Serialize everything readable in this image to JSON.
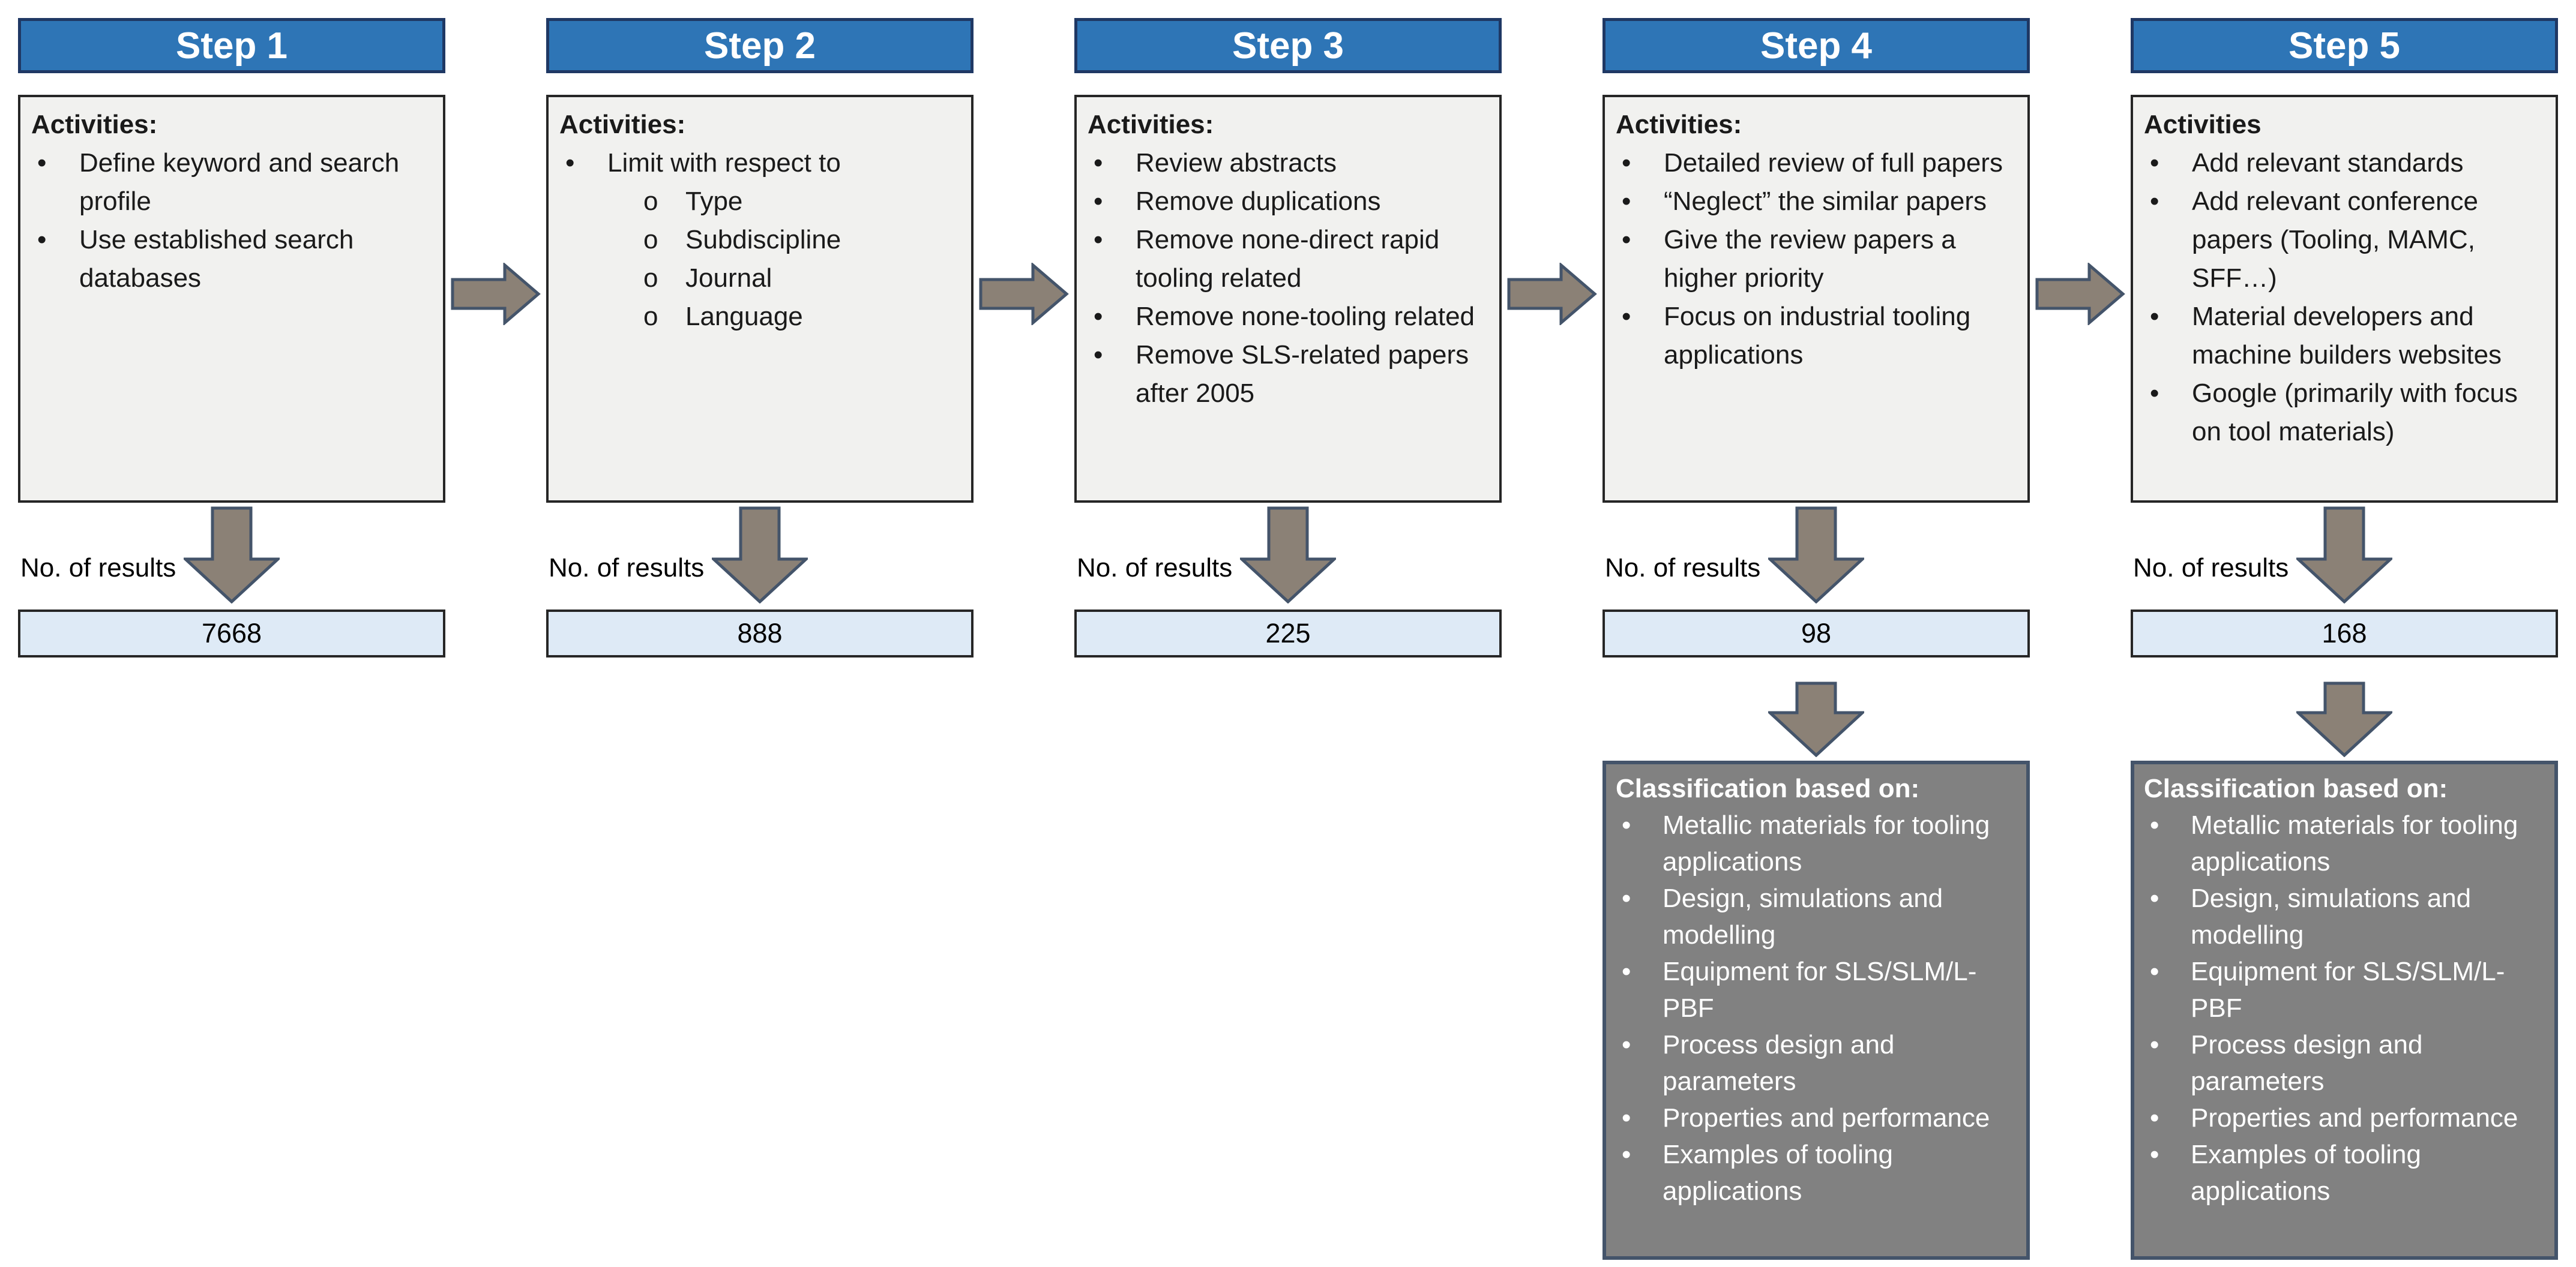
{
  "diagram": {
    "results_label": "No. of results",
    "bullet_glyphs": {
      "level1": "•",
      "level2": "o"
    },
    "steps": [
      {
        "title": "Step 1",
        "activities_heading": "Activities:",
        "activities": [
          {
            "level": 1,
            "text": "Define keyword and search profile"
          },
          {
            "level": 1,
            "text": "Use established search databases"
          }
        ],
        "results": "7668",
        "classification_heading": "",
        "classification": []
      },
      {
        "title": "Step 2",
        "activities_heading": "Activities:",
        "activities": [
          {
            "level": 1,
            "text": "Limit with respect to"
          },
          {
            "level": 2,
            "text": "Type"
          },
          {
            "level": 2,
            "text": "Subdiscipline"
          },
          {
            "level": 2,
            "text": "Journal"
          },
          {
            "level": 2,
            "text": "Language"
          }
        ],
        "results": "888",
        "classification_heading": "",
        "classification": []
      },
      {
        "title": "Step 3",
        "activities_heading": "Activities:",
        "activities": [
          {
            "level": 1,
            "text": "Review abstracts"
          },
          {
            "level": 1,
            "text": "Remove duplications"
          },
          {
            "level": 1,
            "text": "Remove none-direct rapid tooling related"
          },
          {
            "level": 1,
            "text": "Remove none-tooling related"
          },
          {
            "level": 1,
            "text": "Remove SLS-related papers after 2005"
          }
        ],
        "results": "225",
        "classification_heading": "",
        "classification": []
      },
      {
        "title": "Step 4",
        "activities_heading": "Activities:",
        "activities": [
          {
            "level": 1,
            "text": "Detailed review of full papers"
          },
          {
            "level": 1,
            "text": "“Neglect” the similar papers"
          },
          {
            "level": 1,
            "text": "Give the review papers a higher priority"
          },
          {
            "level": 1,
            "text": "Focus on industrial tooling applications"
          }
        ],
        "results": "98",
        "classification_heading": "Classification based on:",
        "classification": [
          "Metallic materials for tooling applications",
          "Design, simulations and modelling",
          "Equipment for SLS/SLM/L-PBF",
          "Process design and parameters",
          "Properties and performance",
          "Examples of tooling applications"
        ]
      },
      {
        "title": "Step 5",
        "activities_heading": "Activities",
        "activities": [
          {
            "level": 1,
            "text": "Add relevant standards"
          },
          {
            "level": 1,
            "text": "Add relevant conference papers (Tooling, MAMC, SFF…)"
          },
          {
            "level": 1,
            "text": "Material developers and machine builders websites"
          },
          {
            "level": 1,
            "text": "Google (primarily with focus on tool materials)"
          }
        ],
        "results": "168",
        "classification_heading": "Classification based on:",
        "classification": [
          "Metallic materials for tooling applications",
          "Design, simulations and modelling",
          "Equipment for SLS/SLM/L-PBF",
          "Process design and parameters",
          "Properties and performance",
          "Examples of tooling applications"
        ]
      }
    ]
  },
  "colors": {
    "header_fill": "#2E75B6",
    "header_border": "#1F3864",
    "activities_fill": "#F1F1EF",
    "box_border": "#262626",
    "results_fill": "#DEEAF6",
    "arrow_fill": "#8B8176",
    "arrow_border": "#44546A",
    "classification_fill": "#818181",
    "classification_border": "#44546A",
    "text_dark": "#1A1A1A",
    "text_light": "#FFFFFF"
  },
  "layout_hints": {
    "column_count": 5,
    "flow_direction": "left-to-right"
  }
}
